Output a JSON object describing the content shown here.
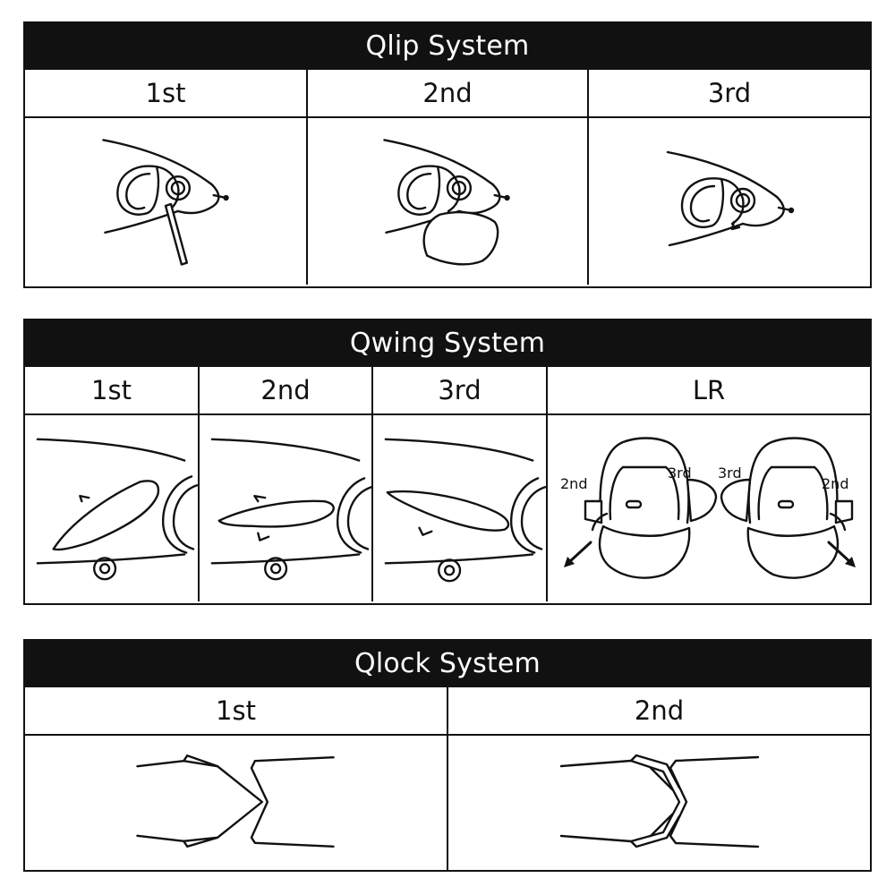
{
  "qlip": {
    "title": "Qlip System",
    "steps": [
      "1st",
      "2nd",
      "3rd"
    ]
  },
  "qwing": {
    "title": "Qwing System",
    "steps": [
      "1st",
      "2nd",
      "3rd",
      "LR"
    ],
    "lr_labels": {
      "left_outer": "2nd",
      "left_inner": "3rd",
      "right_inner": "3rd",
      "right_outer": "2nd"
    }
  },
  "qlock": {
    "title": "Qlock System",
    "steps": [
      "1st",
      "2nd"
    ]
  },
  "colors": {
    "ink": "#111111",
    "background": "#ffffff"
  }
}
